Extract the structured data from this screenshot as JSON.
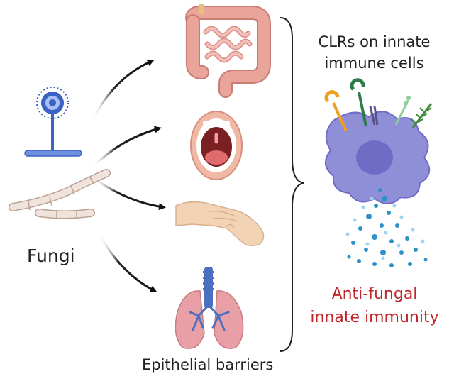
{
  "labels": {
    "fungi": "Fungi",
    "barriers": "Epithelial barriers",
    "clr_line1": "CLRs on innate",
    "clr_line2": "immune cells",
    "immunity_line1": "Anti-fungal",
    "immunity_line2": "innate immunity"
  },
  "colors": {
    "text": "#222222",
    "accent_red": "#c0262b",
    "cell": "#8f8fd8",
    "nucleus": "#6f6cc6",
    "fungus_blue": "#3b63c4",
    "hypha": "#e6d6cc",
    "tissue_pink": "#e9a59a",
    "lung_pink": "#e8a0a6",
    "airway_blue": "#4a70c0",
    "cytokine_blue": "#2f8fc8"
  },
  "icons": [
    "aspergillus-icon",
    "hypha-icon",
    "intestine-icon",
    "mouth-icon",
    "hand-skin-icon",
    "lungs-icon",
    "immune-cell-icon",
    "cytokine-dots"
  ]
}
